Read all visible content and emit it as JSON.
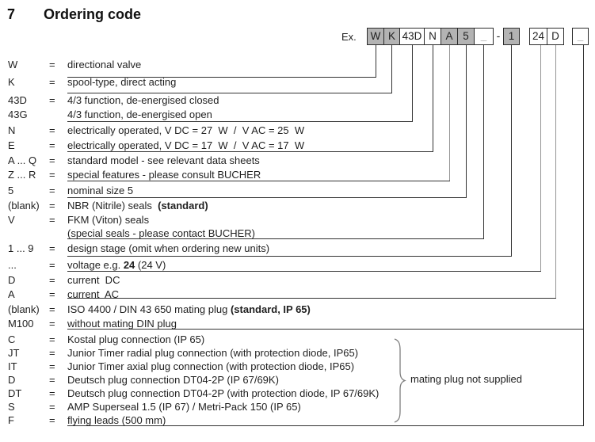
{
  "title": {
    "number": "7",
    "text": "Ordering code"
  },
  "example": {
    "label": "Ex.",
    "separator": "-",
    "boxes": [
      {
        "label": "W",
        "shaded": true,
        "muted": false
      },
      {
        "label": "K",
        "shaded": true,
        "muted": false
      },
      {
        "label": "43D",
        "shaded": false,
        "muted": false
      },
      {
        "label": "N",
        "shaded": false,
        "muted": false
      },
      {
        "label": "A",
        "shaded": true,
        "muted": false
      },
      {
        "label": "5",
        "shaded": true,
        "muted": false
      },
      {
        "label": "_",
        "shaded": false,
        "muted": true
      },
      {
        "label": "1",
        "shaded": true,
        "muted": false
      },
      {
        "label": "24",
        "shaded": false,
        "muted": false
      },
      {
        "label": "D",
        "shaded": false,
        "muted": false
      },
      {
        "label": "_",
        "shaded": false,
        "muted": true
      }
    ]
  },
  "rows": [
    {
      "code": "W",
      "eq": "=",
      "desc": [
        {
          "t": "directional valve"
        }
      ]
    },
    {
      "code": "K",
      "eq": "=",
      "desc": [
        {
          "t": "spool-type, direct acting"
        }
      ]
    },
    {
      "code": "43D",
      "eq": "=",
      "desc": [
        {
          "t": "4/3 function, de-energised closed"
        }
      ]
    },
    {
      "code": "43G",
      "eq": "",
      "desc": [
        {
          "t": "4/3 function, de-energised open"
        }
      ]
    },
    {
      "code": "N",
      "eq": "=",
      "desc": [
        {
          "t": "electrically operated, V DC = 27  W  /  V AC = 25  W"
        }
      ]
    },
    {
      "code": "E",
      "eq": "=",
      "desc": [
        {
          "t": "electrically operated, V DC = 17  W  /  V AC = 17  W"
        }
      ]
    },
    {
      "code": "A ... Q",
      "eq": "=",
      "desc": [
        {
          "t": "standard model - see relevant data sheets"
        }
      ]
    },
    {
      "code": "Z ... R",
      "eq": "=",
      "desc": [
        {
          "t": "special features - please consult BUCHER"
        }
      ]
    },
    {
      "code": "5",
      "eq": "=",
      "desc": [
        {
          "t": "nominal size 5"
        }
      ]
    },
    {
      "code": "(blank)",
      "eq": "=",
      "desc": [
        {
          "t": "NBR (Nitrile) seals  "
        },
        {
          "t": "(standard)",
          "b": 1
        }
      ]
    },
    {
      "code": "V",
      "eq": "=",
      "desc": [
        {
          "t": "FKM (Viton) seals"
        }
      ]
    },
    {
      "code": "",
      "eq": "",
      "desc": [
        {
          "t": "(special seals - please contact BUCHER)"
        }
      ]
    },
    {
      "code": "1 ... 9",
      "eq": "=",
      "desc": [
        {
          "t": "design stage (omit when ordering new units)"
        }
      ]
    },
    {
      "code": "...",
      "eq": "=",
      "desc": [
        {
          "t": "voltage e.g. "
        },
        {
          "t": "24",
          "b": 1
        },
        {
          "t": " (24 V)"
        }
      ]
    },
    {
      "code": "D",
      "eq": "=",
      "desc": [
        {
          "t": "current  DC"
        }
      ]
    },
    {
      "code": "A",
      "eq": "=",
      "desc": [
        {
          "t": "current  AC"
        }
      ]
    },
    {
      "code": "(blank)",
      "eq": "=",
      "desc": [
        {
          "t": "ISO 4400 / DIN 43 650 mating plug "
        },
        {
          "t": "(standard, IP 65)",
          "b": 1
        }
      ]
    },
    {
      "code": "M100",
      "eq": "=",
      "desc": [
        {
          "t": "without mating DIN plug"
        }
      ]
    },
    {
      "code": "C",
      "eq": "=",
      "desc": [
        {
          "t": "Kostal plug connection (IP 65)"
        }
      ]
    },
    {
      "code": "JT",
      "eq": "=",
      "desc": [
        {
          "t": "Junior Timer radial plug connection (with protection diode, IP65)"
        }
      ]
    },
    {
      "code": "IT",
      "eq": "=",
      "desc": [
        {
          "t": "Junior Timer axial plug connection (with protection diode, IP65)"
        }
      ]
    },
    {
      "code": "D",
      "eq": "=",
      "desc": [
        {
          "t": "Deutsch plug connection DT04-2P (IP 67/69K)"
        }
      ]
    },
    {
      "code": "DT",
      "eq": "=",
      "desc": [
        {
          "t": "Deutsch plug connection DT04-2P (with protection diode, IP 67/69K)"
        }
      ]
    },
    {
      "code": "S",
      "eq": "=",
      "desc": [
        {
          "t": "AMP Superseal 1.5 (IP 67) / Metri-Pack 150 (IP 65)"
        }
      ]
    },
    {
      "code": "F",
      "eq": "=",
      "desc": [
        {
          "t": "flying leads (500 mm)"
        }
      ]
    }
  ],
  "brace_label": "mating plug not supplied",
  "colors": {
    "box_shaded": "#b3b3b3",
    "muted_text": "#8f8f8f",
    "line": "#333333"
  }
}
